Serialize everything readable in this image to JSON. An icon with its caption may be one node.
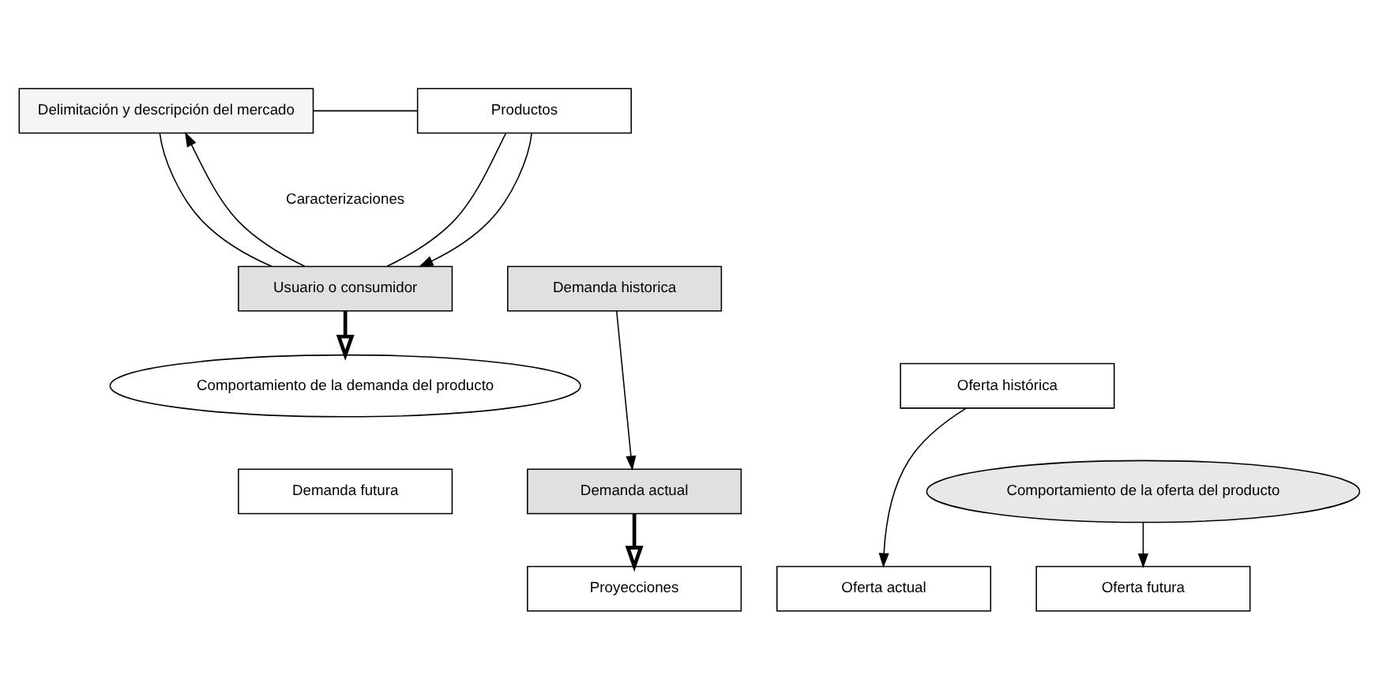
{
  "diagram": {
    "nodes": [
      {
        "text": [
          "Delimitación y descripción del mercado"
        ]
      },
      {
        "text": [
          "Productos"
        ]
      },
      {
        "text": [
          "Usuario o consumidor"
        ]
      },
      {
        "text": [
          "Demanda historica"
        ]
      },
      {
        "text": [
          "Comportamiento de la demanda del producto"
        ]
      },
      {
        "text": [
          "Demanda actual"
        ]
      },
      {
        "text": [
          "Demanda futura"
        ]
      },
      {
        "text": [
          "Oferta histórica"
        ]
      },
      {
        "text": [
          "Comportamiento de la oferta del producto"
        ]
      },
      {
        "text": [
          "Oferta actual"
        ]
      },
      {
        "text": [
          "Oferta futura"
        ]
      },
      {
        "text": [
          "Proyecciones"
        ]
      }
    ],
    "edges": [
      {
        "from": 0,
        "to": 1,
        "arrow": "none"
      },
      {
        "from": 0,
        "to": 2,
        "arrow": "none"
      },
      {
        "from": 2,
        "to": 0,
        "arrow": "to"
      },
      {
        "from": 1,
        "to": 2,
        "arrow": "none"
      },
      {
        "from": 1,
        "to": 2,
        "arrow": "to"
      },
      {
        "from": 2,
        "to": 4,
        "arrow": "to",
        "style": "thick"
      },
      {
        "from": 3,
        "to": 5,
        "arrow": "to"
      },
      {
        "from": 5,
        "to": 11,
        "arrow": "to",
        "style": "thick"
      },
      {
        "from": 7,
        "to": 9,
        "arrow": "to"
      },
      {
        "from": 8,
        "to": 10,
        "arrow": "to"
      }
    ],
    "labels": [
      "Caracterizaciones"
    ]
  }
}
